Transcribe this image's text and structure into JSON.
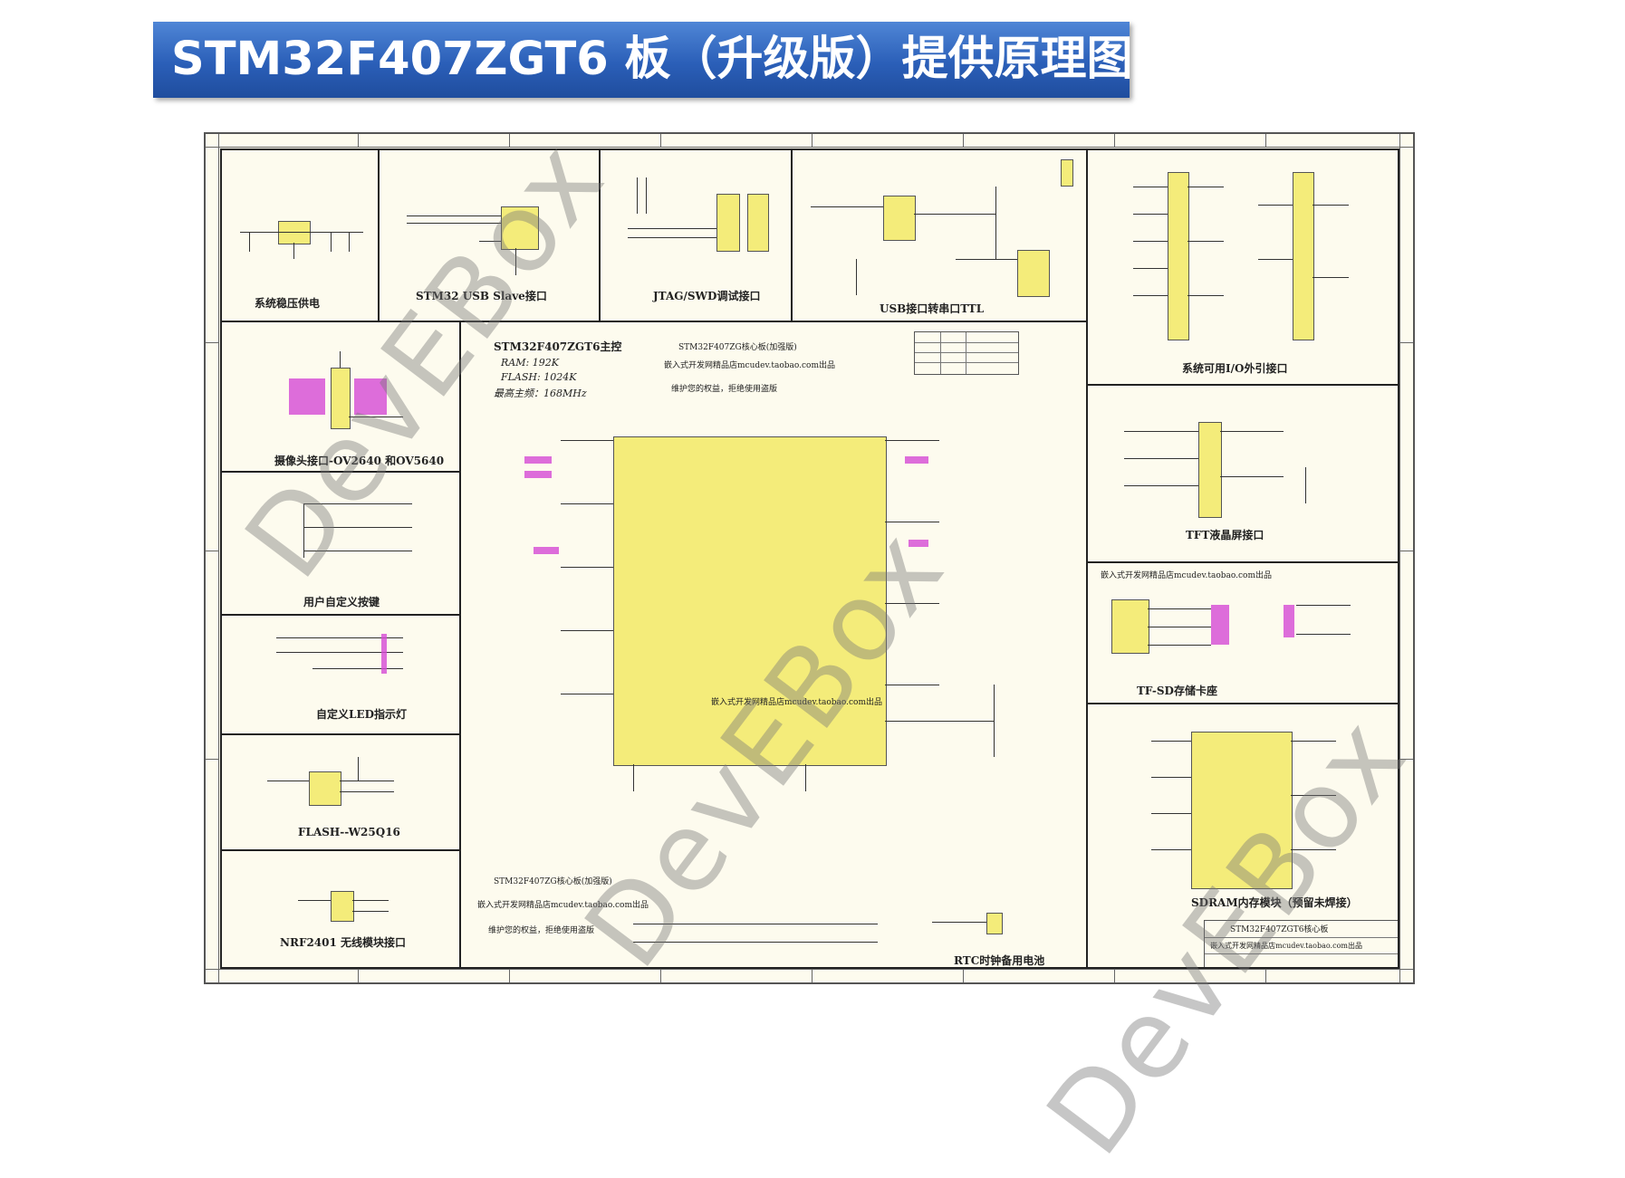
{
  "banner": {
    "title": "STM32F407ZGT6 板（升级版）提供原理图"
  },
  "sections": {
    "power": "系统稳压供电",
    "usb_slave": "STM32 USB Slave接口",
    "jtag": "JTAG/SWD调试接口",
    "usb_ttl": "USB接口转串口TTL",
    "io_header": "系统可用I/O外引接口",
    "camera": "摄像头接口-OV2640 和OV5640",
    "keys": "用户自定义按键",
    "leds": "自定义LED指示灯",
    "flash": "FLASH--W25Q16",
    "nrf": "NRF2401 无线模块接口",
    "tft": "TFT液晶屏接口",
    "tfsd": "TF-SD存储卡座",
    "sdram": "SDRAM内存模块（预留未焊接）",
    "rtc": "RTC时钟备用电池"
  },
  "mcu_info": {
    "title": "STM32F407ZGT6主控",
    "ram": "RAM:  192K",
    "flash": "FLASH:  1024K",
    "freq": "最高主频：168MHz",
    "board": "STM32F407ZG核心板(加强版)",
    "shop1": "嵌入式开发网精品店mcudev.taobao.com出品",
    "rights1": "维护您的权益，拒绝使用盗版",
    "center_text": "嵌入式开发网精品店mcudev.taobao.com出品",
    "board2": "STM32F407ZG核心板(加强版)",
    "shop2": "嵌入式开发网精品店mcudev.taobao.com出品",
    "rights2": "维护您的权益，拒绝使用盗版"
  },
  "tf_note": "嵌入式开发网精品店mcudev.taobao.com出品",
  "title_block": {
    "title": "STM32F407ZGT6核心板",
    "line": "嵌入式开发网精品店mcudev.taobao.com出品"
  },
  "watermark": {
    "text": "DevEBox"
  },
  "colors": {
    "banner": "#2b5fb8",
    "sheet": "#fdfbee",
    "chip": "#f4ec7a",
    "net_label": "#d44ad4"
  }
}
